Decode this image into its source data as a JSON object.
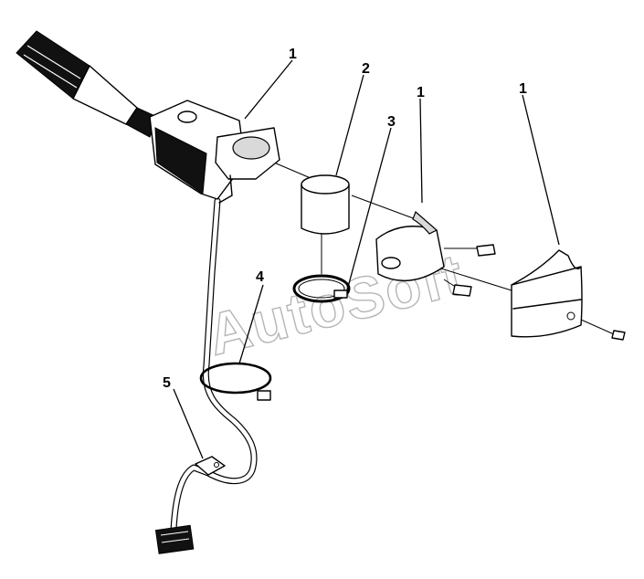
{
  "watermark": "AutoSoft",
  "callouts": [
    {
      "id": "c1a",
      "label": "1"
    },
    {
      "id": "c2",
      "label": "2"
    },
    {
      "id": "c1b",
      "label": "1"
    },
    {
      "id": "c3",
      "label": "3"
    },
    {
      "id": "c1c",
      "label": "1"
    },
    {
      "id": "c4",
      "label": "4"
    },
    {
      "id": "c5",
      "label": "5"
    }
  ]
}
